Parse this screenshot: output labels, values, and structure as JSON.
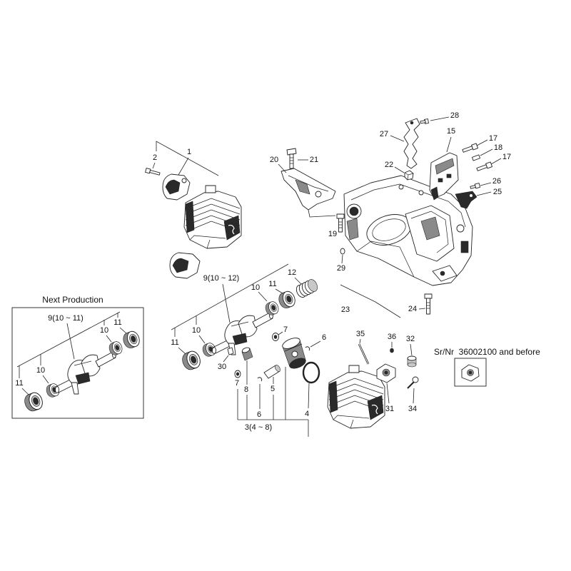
{
  "diagram": {
    "callouts": {
      "c28": "28",
      "c27": "27",
      "c15": "15",
      "c17a": "17",
      "c18": "18",
      "c17b": "17",
      "c1": "1",
      "c2": "2",
      "c20": "20",
      "c21": "21",
      "c22": "22",
      "c26": "26",
      "c25": "25",
      "c19": "19",
      "c29": "29",
      "c12": "12",
      "c10_r": "10",
      "c11_r": "11",
      "c23": "23",
      "c24": "24",
      "c11_l": "11",
      "c10_l": "10",
      "c7a": "7",
      "c6a": "6",
      "c35": "35",
      "c36": "36",
      "c32": "32",
      "c30": "30",
      "c7b": "7",
      "c8": "8",
      "c5": "5",
      "c31": "31",
      "c34": "34",
      "c4": "4",
      "c6b": "6",
      "np_c11_r": "11",
      "np_c10_r": "10",
      "np_c10_l": "10",
      "np_c11_l": "11"
    },
    "assemblies": {
      "crankshaft_current": "9(10 ~ 12)",
      "crankshaft_next": "9(10 ~ 11)",
      "piston_set": "3(4 ~ 8)"
    },
    "insets": {
      "next_production_title": "Next Production",
      "serial_note": "Sr/Nr  36002100 and before"
    }
  }
}
